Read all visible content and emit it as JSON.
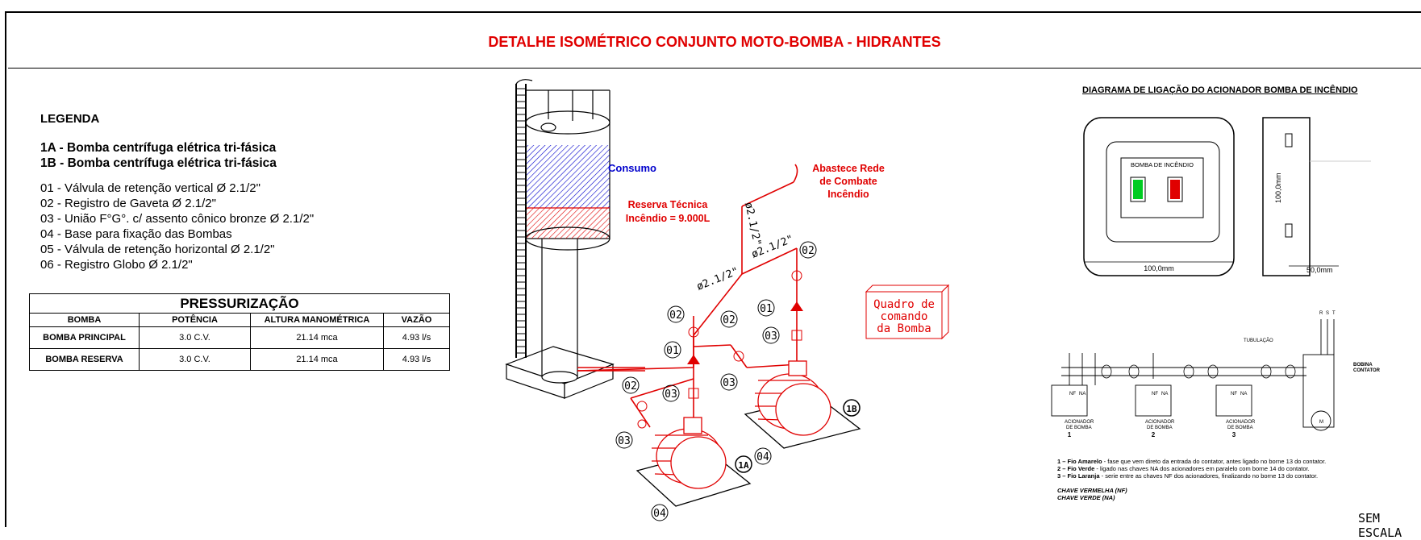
{
  "title": "DETALHE ISOMÉTRICO CONJUNTO MOTO-BOMBA - HIDRANTES",
  "legend": {
    "heading": "LEGENDA",
    "pumps": [
      "1A - Bomba centrífuga elétrica tri-fásica",
      "1B - Bomba centrífuga elétrica tri-fásica"
    ],
    "items": [
      "01 - Válvula de retenção vertical Ø 2.1/2\"",
      "02 - Registro de Gaveta Ø 2.1/2\"",
      "03 - União F°G°. c/ assento cônico bronze Ø 2.1/2\"",
      "04 - Base para fixação das Bombas",
      "05 - Válvula de retenção horizontal Ø 2.1/2\"",
      "06 - Registro Globo Ø 2.1/2\""
    ]
  },
  "table": {
    "caption": "PRESSURIZAÇÃO",
    "headers": [
      "BOMBA",
      "POTÊNCIA",
      "ALTURA MANOMÉTRICA",
      "VAZÃO"
    ],
    "rows": [
      [
        "BOMBA PRINCIPAL",
        "3.0   C.V.",
        "21.14    mca",
        "4.93    l/s"
      ],
      [
        "BOMBA RESERVA",
        "3.0   C.V.",
        "21.14    mca",
        "4.93    l/s"
      ]
    ]
  },
  "iso": {
    "consumo": "Consumo",
    "reserva": [
      "Reserva Técnica",
      "Incêndio = 9.000L"
    ],
    "abastece": [
      "Abastece Rede",
      "de Combate",
      "Incêndio"
    ],
    "pipe1": "ø2.1/2\"",
    "pipe2": "ø2.1/2\"",
    "pipe3": "ø2.1/2\"",
    "quadro": [
      "Quadro de",
      "comando",
      "da Bomba"
    ],
    "tags": {
      "t01": "01",
      "t02": "02",
      "t03": "03",
      "t04": "04",
      "p1a": "1A",
      "p1b": "1B"
    }
  },
  "wiring": {
    "title": "DIAGRAMA DE LIGAÇÃO DO ACIONADOR BOMBA DE INCÊNDIO",
    "box_label": "BOMBA DE INCÊNDIO",
    "dim_width": "100,0mm",
    "dim_height": "100,0mm",
    "dim_depth": "50,0mm",
    "tubulacao": "TUBULAÇÃO",
    "acionador": "ACIONADOR",
    "de_bomba": "DE BOMBA",
    "nums": [
      "1",
      "2",
      "3"
    ],
    "nf": "NF",
    "na": "NA",
    "bobina": [
      "BOBINA",
      "CONTATOR"
    ],
    "rst": [
      "R",
      "S",
      "T"
    ],
    "motor": "M",
    "notes": [
      {
        "key": "1 – Fio Amarelo",
        "text": " - fase que vem direto da entrada do contator, antes ligado no borne 13 do contator."
      },
      {
        "key": "2 – Fio Verde",
        "text": " - ligado nas chaves NA dos acionadores em paralelo com borne 14 do contator."
      },
      {
        "key": "3 – Fio Laranja",
        "text": " - serie entre as chaves NF dos  acionadores, finalizando no borne 13 do contator."
      }
    ],
    "chave_vermelha": "CHAVE VERMELHA (NF)",
    "chave_verde": "CHAVE VERDE (NA)"
  },
  "scale_note": "SEM ESCALA",
  "colors": {
    "red": "#e00000",
    "blue": "#0000cc",
    "green": "#00cc22"
  }
}
